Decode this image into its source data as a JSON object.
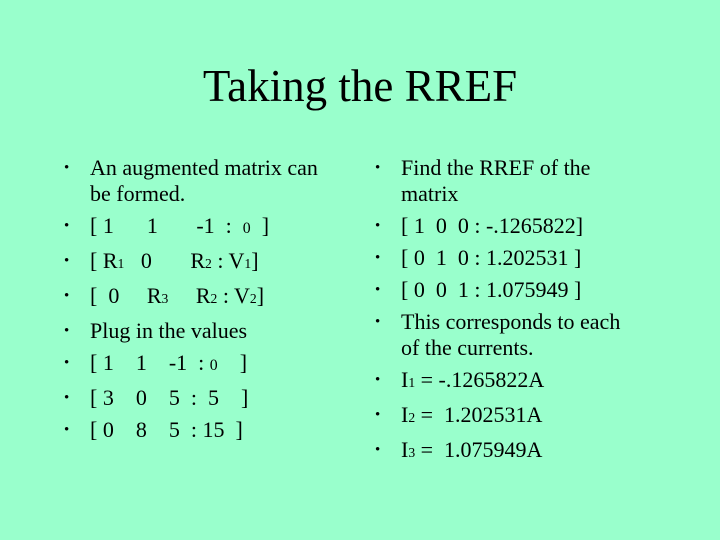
{
  "title": "Taking the RREF",
  "bullet_glyph": "•",
  "colors": {
    "background": "#99ffcc",
    "text": "#000000"
  },
  "columns": {
    "left": {
      "items": [
        {
          "segments": [
            {
              "text": "An augmented matrix can\nbe formed."
            }
          ]
        },
        {
          "segments": [
            {
              "text": "[ 1      1       -1  :  "
            },
            {
              "text": "0",
              "style": "small"
            },
            {
              "text": "  ]"
            }
          ]
        },
        {
          "segments": [
            {
              "text": "[ R"
            },
            {
              "text": "1",
              "style": "sub"
            },
            {
              "text": "   0       R"
            },
            {
              "text": "2",
              "style": "sub"
            },
            {
              "text": " : V"
            },
            {
              "text": "1",
              "style": "sub"
            },
            {
              "text": "]"
            }
          ]
        },
        {
          "segments": [
            {
              "text": "[  0     R"
            },
            {
              "text": "3",
              "style": "sub"
            },
            {
              "text": "     R"
            },
            {
              "text": "2",
              "style": "sub"
            },
            {
              "text": " : V"
            },
            {
              "text": "2",
              "style": "sub"
            },
            {
              "text": "]"
            }
          ]
        },
        {
          "segments": [
            {
              "text": "Plug in the values"
            }
          ]
        },
        {
          "segments": [
            {
              "text": "[ 1    1    -1  : "
            },
            {
              "text": "0",
              "style": "small"
            },
            {
              "text": "    ]"
            }
          ]
        },
        {
          "segments": [
            {
              "text": "[ 3    0    5  :  5    ]"
            }
          ]
        },
        {
          "segments": [
            {
              "text": "[ 0    8    5  : 15  ]"
            }
          ]
        }
      ]
    },
    "right": {
      "items": [
        {
          "segments": [
            {
              "text": "Find the RREF of the\nmatrix"
            }
          ]
        },
        {
          "segments": [
            {
              "text": "[ 1  0  0 : -.1265822]"
            }
          ]
        },
        {
          "segments": [
            {
              "text": "[ 0  1  0 : 1.202531 ]"
            }
          ]
        },
        {
          "segments": [
            {
              "text": "[ 0  0  1 : 1.075949 ]"
            }
          ]
        },
        {
          "segments": [
            {
              "text": "This corresponds to each\nof the currents."
            }
          ]
        },
        {
          "segments": [
            {
              "text": "I"
            },
            {
              "text": "1",
              "style": "sub"
            },
            {
              "text": " = -.1265822A"
            }
          ]
        },
        {
          "segments": [
            {
              "text": "I"
            },
            {
              "text": "2",
              "style": "sub"
            },
            {
              "text": " =  1.202531A"
            }
          ]
        },
        {
          "segments": [
            {
              "text": "I"
            },
            {
              "text": "3",
              "style": "sub"
            },
            {
              "text": " =  1.075949A"
            }
          ]
        }
      ]
    }
  }
}
